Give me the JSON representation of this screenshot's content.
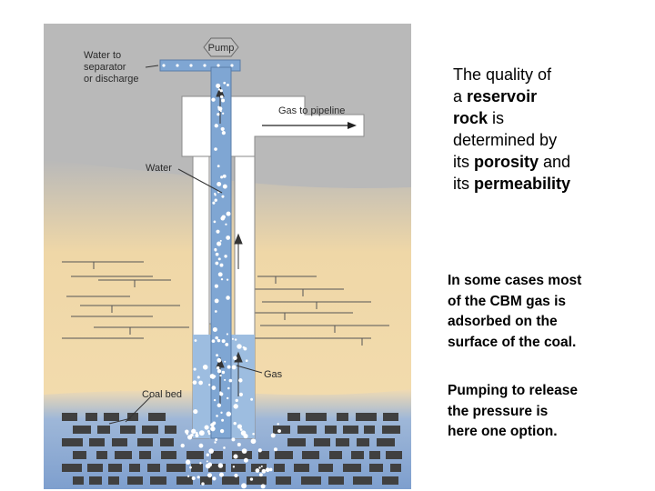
{
  "diagram": {
    "labels": {
      "pump": "Pump",
      "water_to_separator": [
        "Water to",
        "separator",
        "or discharge"
      ],
      "gas_to_pipeline": "Gas to pipeline",
      "water": "Water",
      "gas": "Gas",
      "coal_bed": "Coal bed"
    },
    "colors": {
      "background_gray": "#b9b9b9",
      "sand": "#f3d9a6",
      "water_blue": "#7fa6d3",
      "coal_bed_blue": "#7e9fce",
      "coal_block": "#404040",
      "casing_white": "#ffffff"
    }
  },
  "text": {
    "p1": [
      [
        {
          "t": "The quality of",
          "b": false
        }
      ],
      [
        {
          "t": "a ",
          "b": false
        },
        {
          "t": "reservoir",
          "b": true
        }
      ],
      [
        {
          "t": "rock",
          "b": true
        },
        {
          "t": " is",
          "b": false
        }
      ],
      [
        {
          "t": "determined by",
          "b": false
        }
      ],
      [
        {
          "t": "its ",
          "b": false
        },
        {
          "t": "porosity",
          "b": true
        },
        {
          "t": " and",
          "b": false
        }
      ],
      [
        {
          "t": "its ",
          "b": false
        },
        {
          "t": "permeability",
          "b": true
        }
      ]
    ],
    "p2": [
      "In some cases most",
      "of the CBM gas is",
      "adsorbed on the",
      "surface of the coal."
    ],
    "p3": [
      "Pumping to release",
      "the pressure is",
      "here one option."
    ]
  }
}
